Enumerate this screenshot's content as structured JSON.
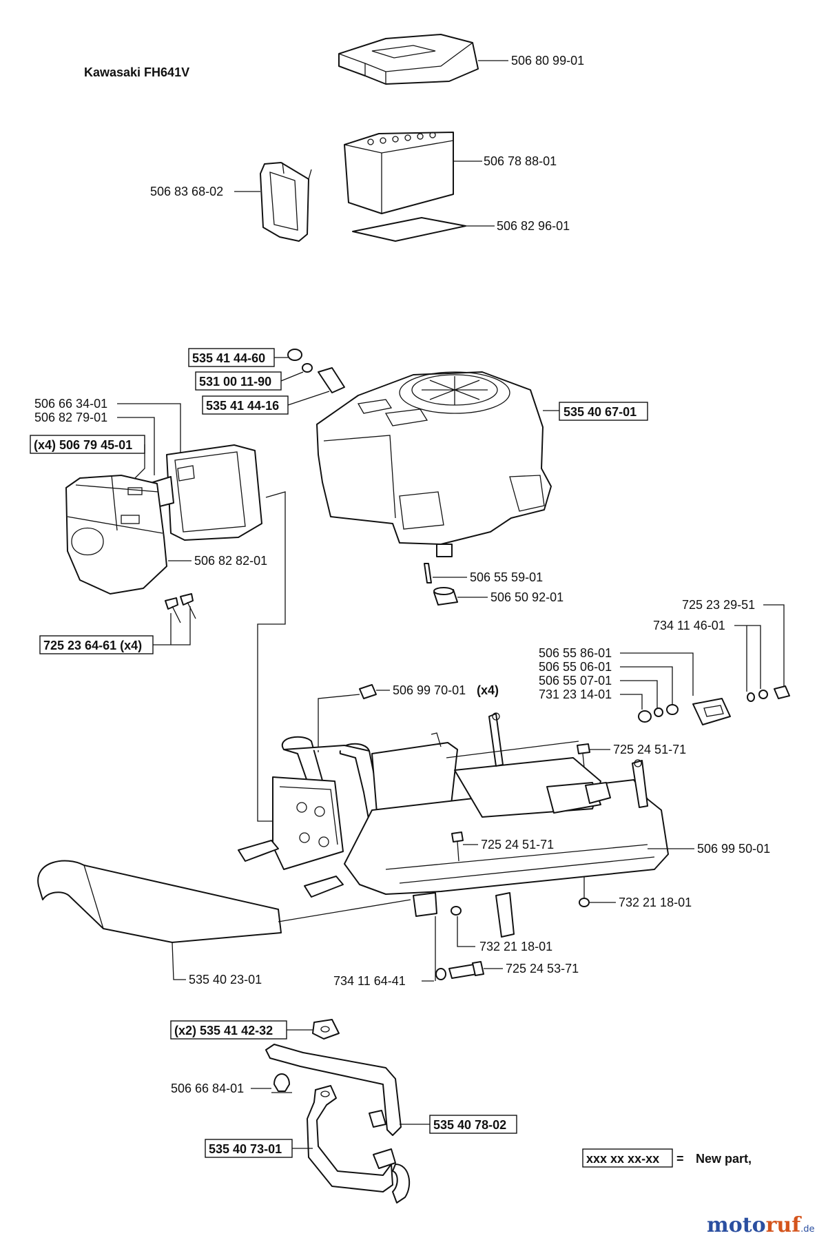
{
  "title": "Kawasaki FH641V",
  "parts": {
    "p01": "506 80 99-01",
    "p02": "506 78 88-01",
    "p03": "506 83 68-02",
    "p04": "506 82 96-01",
    "p05": "535 41 44-60",
    "p06": "531 00 11-90",
    "p07": "535 41 44-16",
    "p08": "535 40 67-01",
    "p09": "506 66 34-01",
    "p10": "506 82 79-01",
    "p11": "(x4) 506 79 45-01",
    "p12": "506 82 82-01",
    "p13": "725 23 64-61 (x4)",
    "p14": "506 55 59-01",
    "p15": "506 50 92-01",
    "p16": "725 23 29-51",
    "p17": "734 11 46-01",
    "p18": "506 55 86-01",
    "p19": "506 55 06-01",
    "p20": "506 55 07-01",
    "p21": "731 23 14-01",
    "p22": "506 99 70-01",
    "p22_qty": "(x4)",
    "p23": "725 24 51-71",
    "p24": "725 24 51-71",
    "p25": "506 99 50-01",
    "p26": "732 21 18-01",
    "p27": "732 21 18-01",
    "p28": "725 24 53-71",
    "p29": "734 11 64-41",
    "p30": "535 40 23-01",
    "p31": "(x2) 535 41 42-32",
    "p32": "506 66 84-01",
    "p33": "535 40 78-02",
    "p34": "535 40 73-01"
  },
  "legend": {
    "box_text": "xxx xx xx-xx",
    "equals": "=",
    "meaning": "New part,"
  },
  "watermark": {
    "brand_a": "moto",
    "brand_b": "ruf",
    "tld": ".de"
  }
}
